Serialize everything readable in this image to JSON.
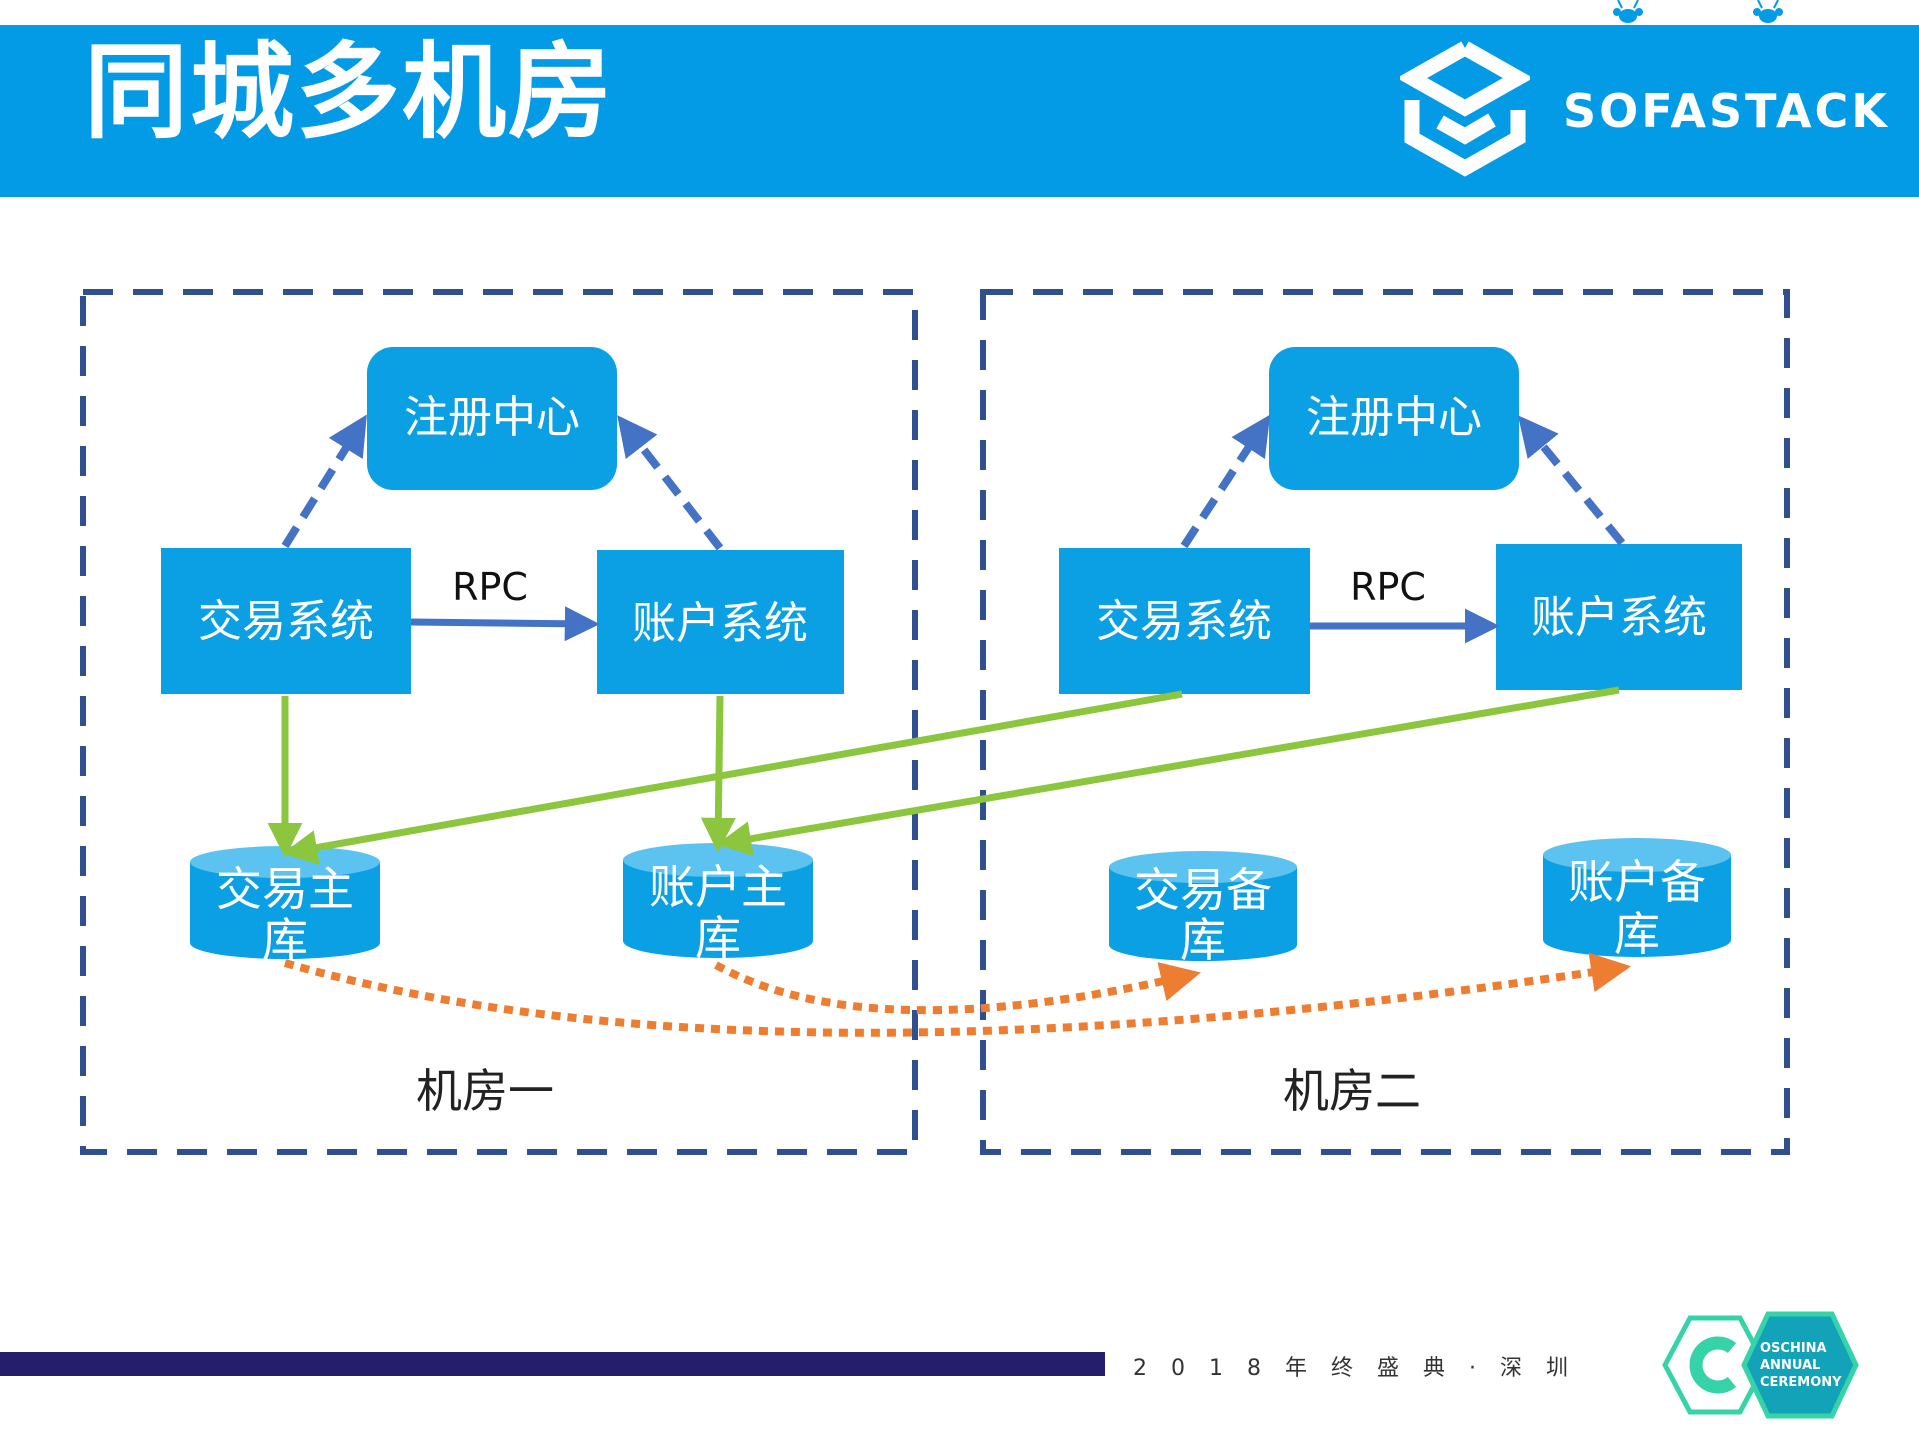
{
  "header": {
    "title": "同城多机房",
    "brand": "SOFASTACK"
  },
  "rooms": [
    {
      "label": "机房一",
      "registry": "注册中心",
      "trade_system": "交易系统",
      "account_system": "账户系统",
      "rpc": "RPC",
      "trade_db": [
        "交易主",
        "库"
      ],
      "account_db": [
        "账户主",
        "库"
      ]
    },
    {
      "label": "机房二",
      "registry": "注册中心",
      "trade_system": "交易系统",
      "account_system": "账户系统",
      "rpc": "RPC",
      "trade_db": [
        "交易备",
        "库"
      ],
      "account_db": [
        "账户备",
        "库"
      ]
    }
  ],
  "footer": {
    "event": "2018年终盛典·深圳",
    "badge": [
      "OSCHINA",
      "ANNUAL",
      "CEREMONY"
    ]
  },
  "colors": {
    "header_blue": "#039be5",
    "node_blue": "#0aa0e3",
    "db_top": "#5cc3f0",
    "dash_border": "#2f4f8f",
    "registry_arrow": "#4472c4",
    "db_link_green": "#8cc63f",
    "replication_orange": "#ed7d31",
    "footer_navy": "#241e6b",
    "badge_green": "#36d3a8"
  }
}
